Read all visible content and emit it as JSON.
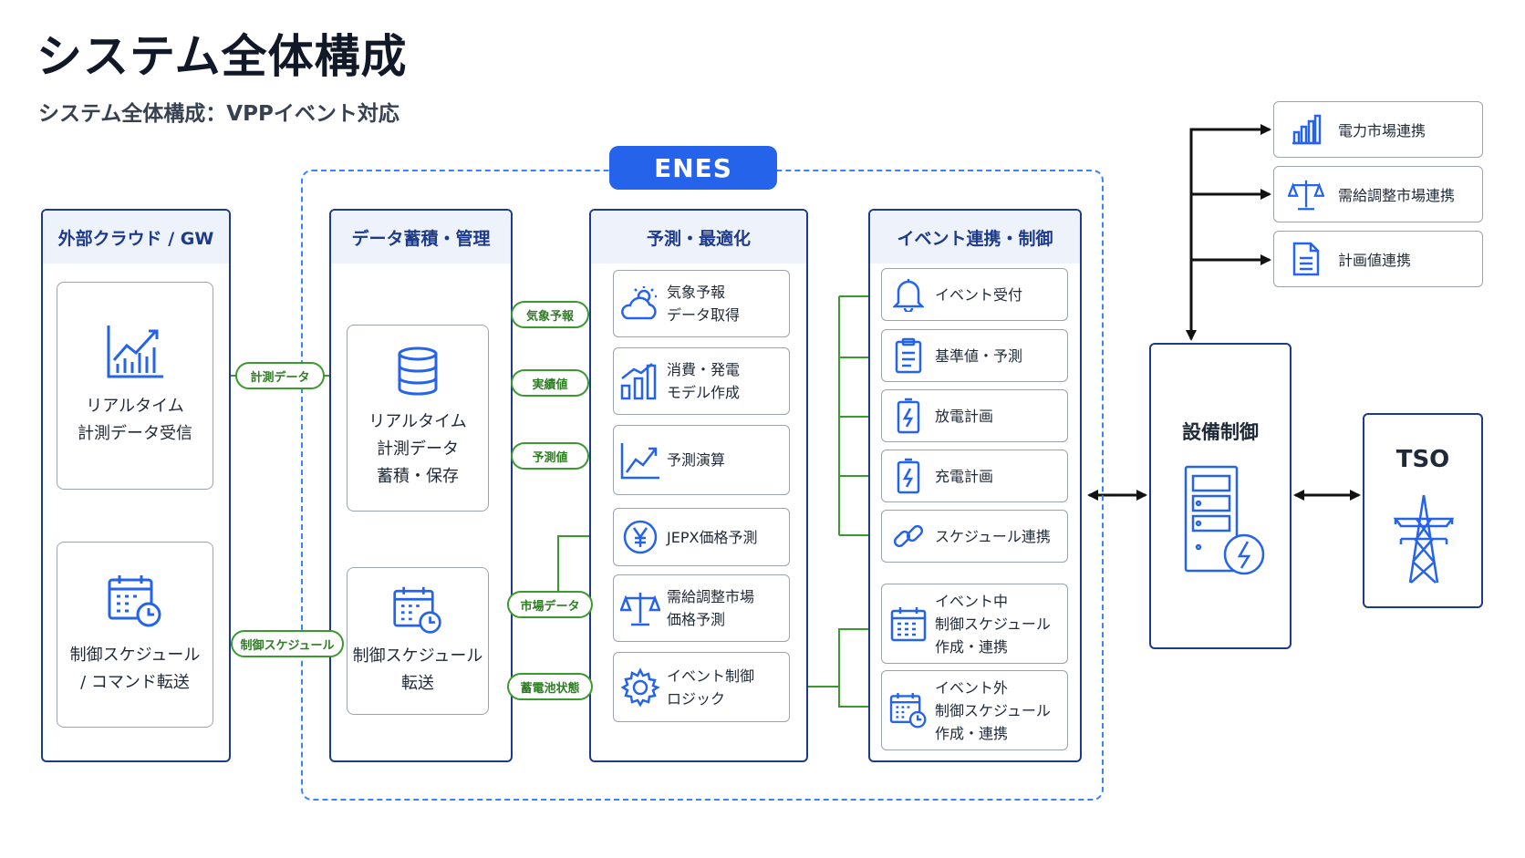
{
  "title": "システム全体構成",
  "subtitle": "システム全体構成：VPPイベント対応",
  "enes_label": "ENES",
  "colors": {
    "navy": "#1e3a8a",
    "blue": "#2563eb",
    "green": "#3a9a2e",
    "header_bg": "#eef3fb"
  },
  "columns": {
    "external": {
      "header": "外部クラウド / GW",
      "boxes": [
        {
          "label": "リアルタイム\n計測データ受信",
          "icon": "line-chart-icon"
        },
        {
          "label": "制御スケジュール\n/ コマンド転送",
          "icon": "calendar-clock-icon"
        }
      ]
    },
    "data": {
      "header": "データ蓄積・管理",
      "boxes": [
        {
          "label": "リアルタイム\n計測データ\n蓄積・保存",
          "icon": "database-icon"
        },
        {
          "label": "制御スケジュール\n転送",
          "icon": "calendar-clock-icon"
        }
      ]
    },
    "forecast": {
      "header": "予測・最適化",
      "cards": [
        {
          "label": "気象予報\nデータ取得",
          "icon": "weather-icon"
        },
        {
          "label": "消費・発電\nモデル作成",
          "icon": "bar-chart-icon"
        },
        {
          "label": "予測演算",
          "icon": "trend-icon"
        },
        {
          "label": "JEPX価格予測",
          "icon": "yen-icon"
        },
        {
          "label": "需給調整市場\n価格予測",
          "icon": "scale-icon"
        },
        {
          "label": "イベント制御\nロジック",
          "icon": "gear-icon"
        }
      ]
    },
    "event": {
      "header": "イベント連携・制御",
      "cards": [
        {
          "label": "イベント受付",
          "icon": "bell-icon"
        },
        {
          "label": "基準値・予測",
          "icon": "clipboard-icon"
        },
        {
          "label": "放電計画",
          "icon": "battery-icon"
        },
        {
          "label": "充電計画",
          "icon": "battery-icon"
        },
        {
          "label": "スケジュール連携",
          "icon": "link-icon"
        },
        {
          "label": "イベント中\n制御スケジュール\n作成・連携",
          "icon": "calendar-icon"
        },
        {
          "label": "イベント外\n制御スケジュール\n作成・連携",
          "icon": "calendar-clock-icon"
        }
      ]
    }
  },
  "flow_labels": {
    "measurement": "計測データ",
    "control_schedule": "制御スケジュール",
    "weather": "気象予報",
    "actual": "実績値",
    "forecast_value": "予測値",
    "market": "市場データ",
    "battery": "蓄電池状態"
  },
  "facility": {
    "label": "設備制御",
    "icon": "server-bolt-icon"
  },
  "tso": {
    "label": "TSO",
    "icon": "power-tower-icon"
  },
  "external_links": [
    {
      "label": "電力市場連携",
      "icon": "bar-chart-icon"
    },
    {
      "label": "需給調整市場連携",
      "icon": "scale-icon"
    },
    {
      "label": "計画値連携",
      "icon": "document-icon"
    }
  ]
}
